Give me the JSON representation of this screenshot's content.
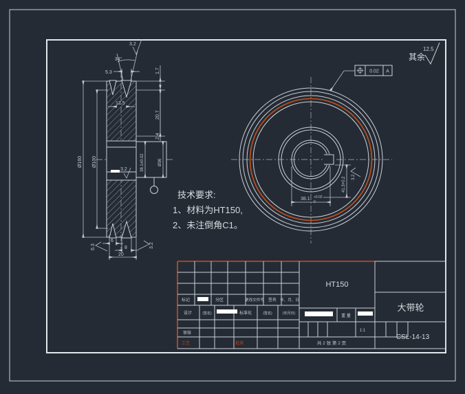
{
  "colors": {
    "bg": "#252b34",
    "line": "#ccd1d8",
    "dim": "#c3c9d1",
    "orange": "#c8501d",
    "red": "#bf4418"
  },
  "general_note": {
    "label": "其余",
    "value": "12.5"
  },
  "tech": {
    "title": "技术要求:",
    "item1": "1、材料为HT150,",
    "item2": "2、未注倒角C1。"
  },
  "gdt": {
    "tolerance": "0.02",
    "datum": "A"
  },
  "section": {
    "dia_outer": "Ø160",
    "dia_web": "Ø100",
    "angle": "34°",
    "rough_angle": "3.2",
    "w_top": "5.3",
    "w_mid": "12.5",
    "h1": "1.7",
    "h2": "20.7",
    "h3": "2.4",
    "bore": "38.1±0.02",
    "hub": "Ø36",
    "rough_mid": "3.2",
    "b1": "6",
    "b2": "8",
    "b3": "20",
    "rough_bl": "6.3",
    "rough_br": "3.2"
  },
  "front": {
    "bore": "38.1",
    "tol_up": "+0.02",
    "tol_dn": "0",
    "keyway": "41.3+0.2",
    "rough": "3.2"
  },
  "tb": {
    "material": "HT150",
    "name": "大带轮",
    "number": "CSL-14-13",
    "scale": "1:1",
    "sheet": "共 2 张 第 2 页",
    "mark": "标记",
    "zone": "分区",
    "changefile": "更改文件号",
    "sign": "签名",
    "date": "年、月、日",
    "design": "设计",
    "sign2": "(签名)",
    "std": "标准化",
    "sign3": "(签名)",
    "date2": "(年月日)",
    "check": "审核",
    "craft": "工艺",
    "approve": "批准",
    "weight": "重 量"
  }
}
